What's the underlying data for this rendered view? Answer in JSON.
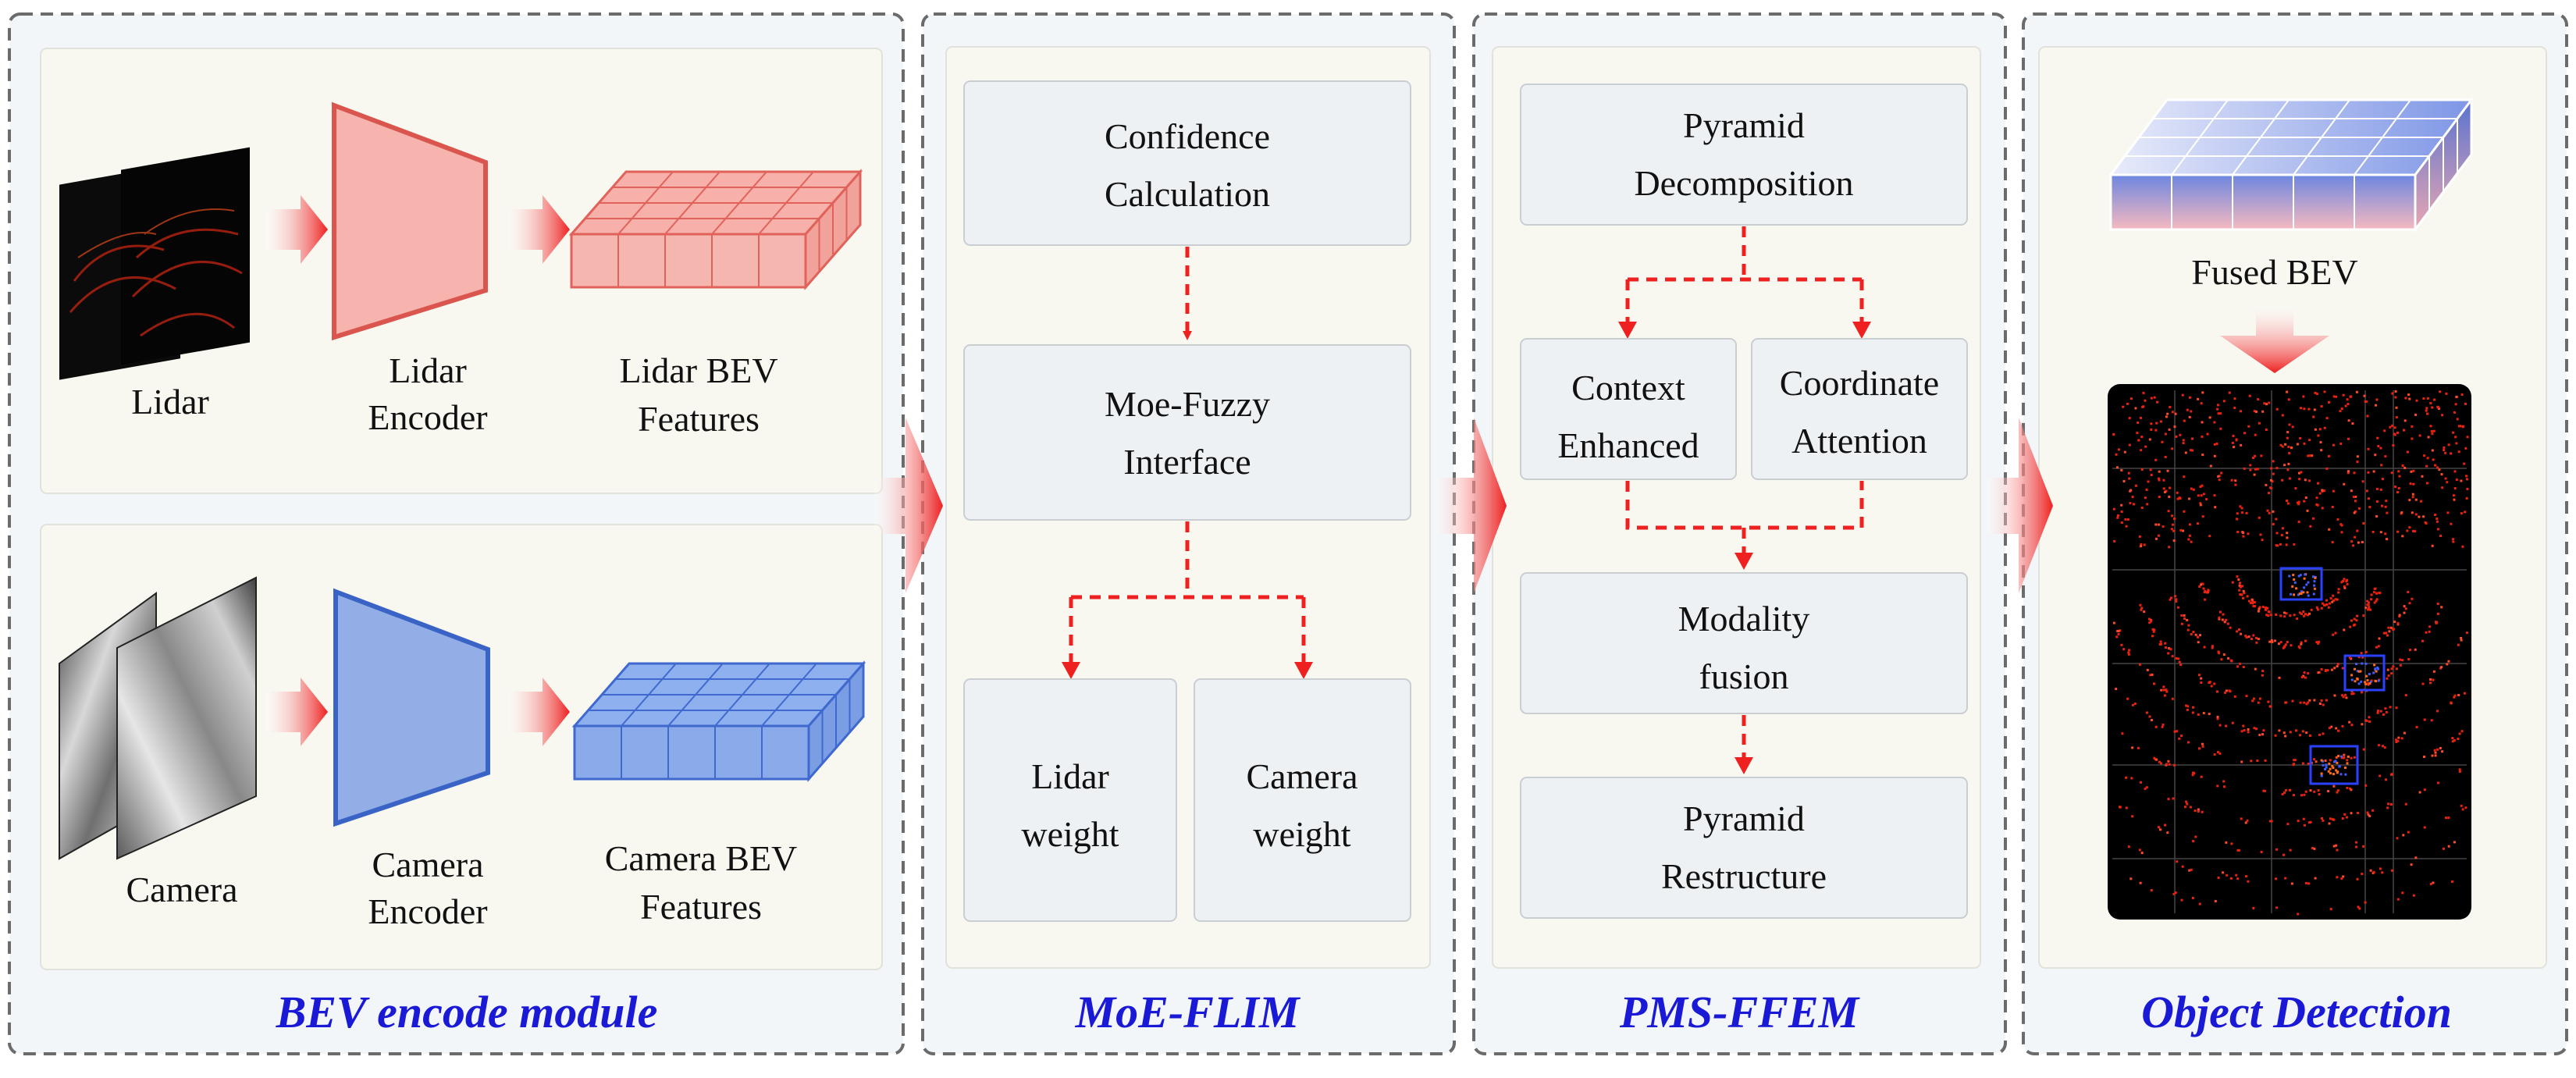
{
  "colors": {
    "panel_border": "#666666",
    "panel_fill": "#f3f5f7",
    "sub_panel_fill": "#f8f8f2",
    "box_fill": "#edf1f4",
    "arrow_red": "#ee2020",
    "lidar_red": "#f2a9a3",
    "lidar_red_edge": "#d9554d",
    "camera_blue": "#93aee6",
    "camera_blue_edge": "#3a63c6",
    "section_title": "#1a1ad6"
  },
  "sections": {
    "bev": "BEV encode module",
    "moe": "MoE-FLIM",
    "pms": "PMS-FFEM",
    "det": "Object Detection"
  },
  "bev": {
    "lidar": {
      "input": "Lidar",
      "encoder": [
        "Lidar",
        "Encoder"
      ],
      "features": [
        "Lidar BEV",
        "Features"
      ]
    },
    "camera": {
      "input": "Camera",
      "encoder": [
        "Camera",
        "Encoder"
      ],
      "features": [
        "Camera BEV",
        "Features"
      ]
    }
  },
  "moe": {
    "confidence": [
      "Confidence",
      "Calculation"
    ],
    "fuzzy": [
      "Moe-Fuzzy",
      "Interface"
    ],
    "lidar_weight": [
      "Lidar",
      "weight"
    ],
    "camera_weight": [
      "Camera",
      "weight"
    ]
  },
  "pms": {
    "pyramid_decomp": [
      "Pyramid",
      "Decomposition"
    ],
    "context": [
      "Context",
      "Enhanced"
    ],
    "coordinate": [
      "Coordinate",
      "Attention"
    ],
    "fusion": [
      "Modality",
      "fusion"
    ],
    "restructure": [
      "Pyramid",
      "Restructure"
    ]
  },
  "det": {
    "fused": "Fused BEV"
  }
}
